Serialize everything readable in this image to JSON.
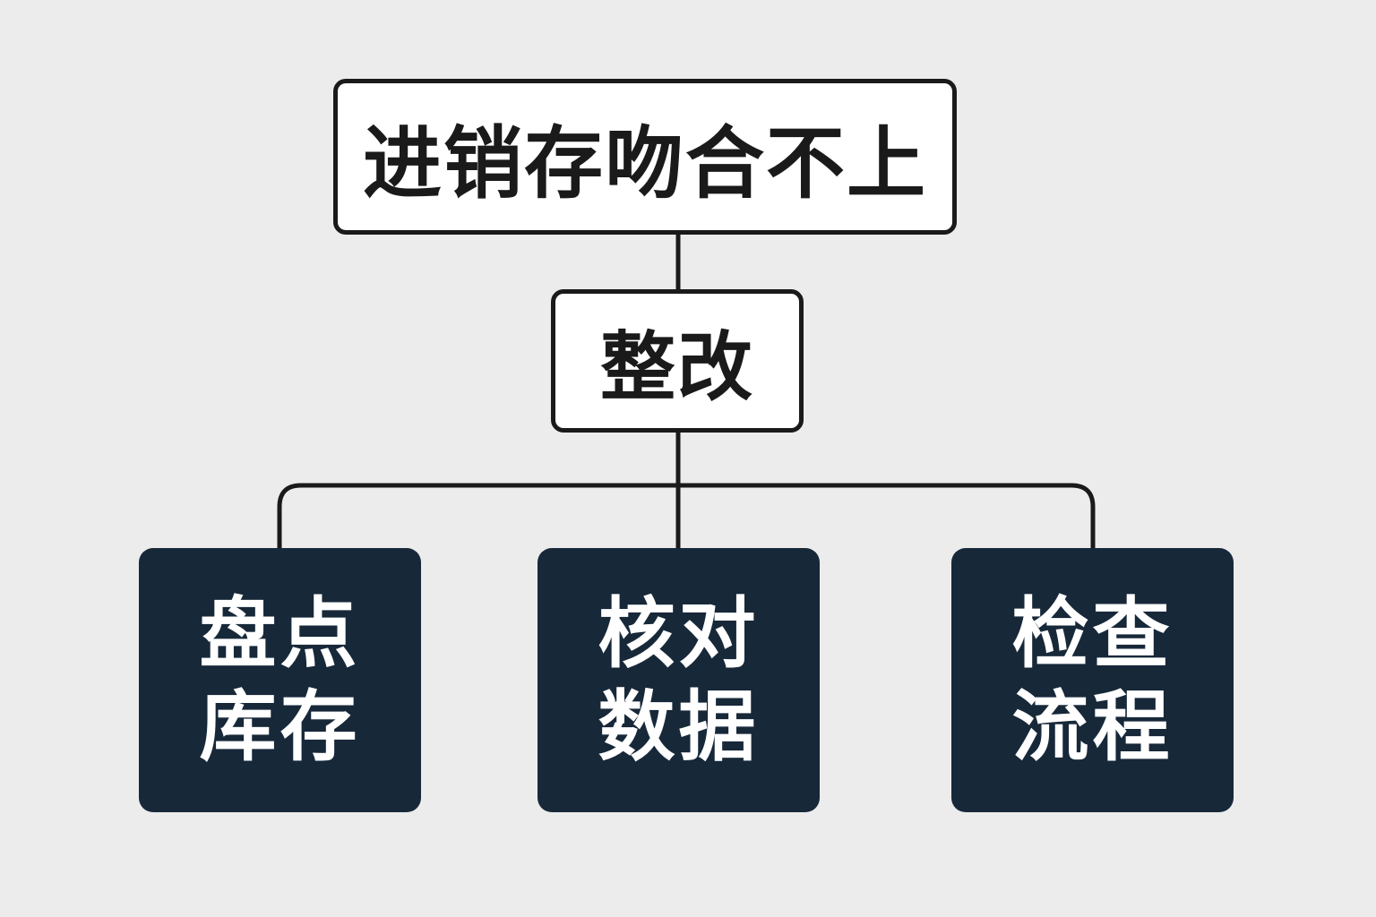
{
  "diagram": {
    "root": {
      "label": "进销存吻合不上"
    },
    "middle": {
      "label": "整改"
    },
    "children": [
      {
        "line1": "盘点",
        "line2": "库存"
      },
      {
        "line1": "核对",
        "line2": "数据"
      },
      {
        "line1": "检查",
        "line2": "流程"
      }
    ]
  },
  "colors": {
    "background": "#ececec",
    "line": "#1a1a1a",
    "light_box_fill": "#ffffff",
    "dark_box_fill": "#172839",
    "dark_box_text": "#ffffff"
  }
}
